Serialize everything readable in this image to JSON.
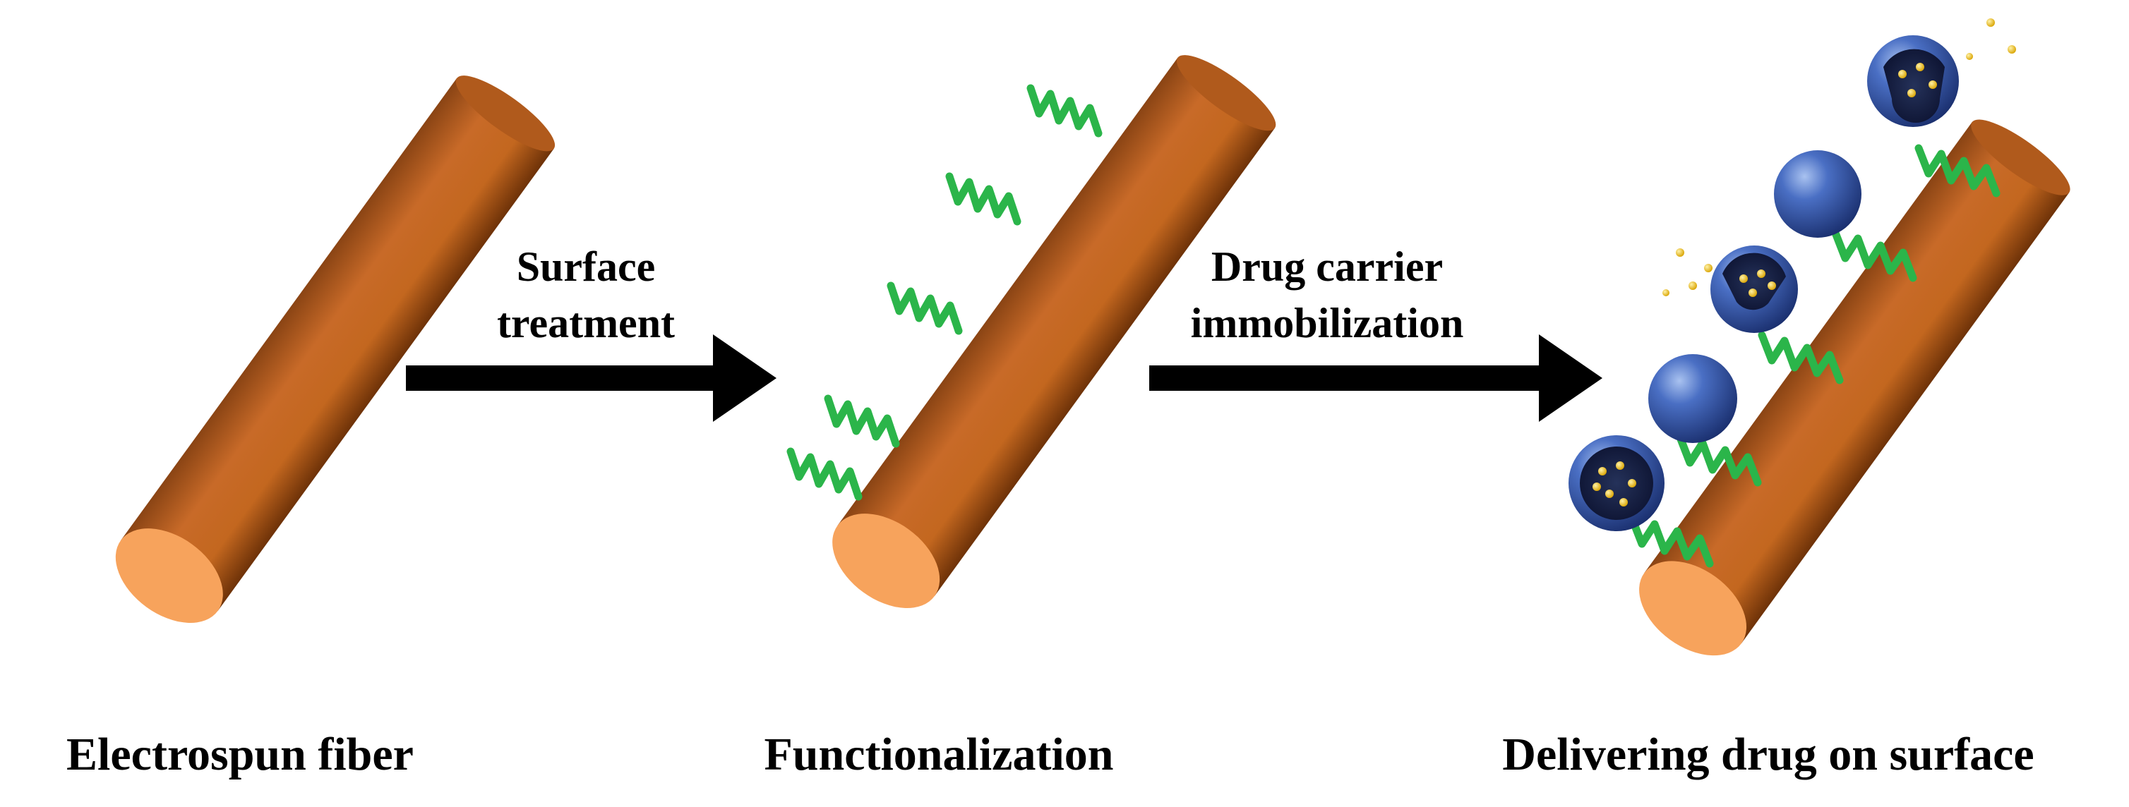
{
  "panels": [
    {
      "caption": "Electrospun fiber"
    },
    {
      "caption": "Functionalization"
    },
    {
      "caption": "Delivering drug on surface"
    }
  ],
  "steps": [
    {
      "line1": "Surface",
      "line2": "treatment"
    },
    {
      "line1": "Drug carrier",
      "line2": "immobilization"
    }
  ],
  "colors": {
    "fiber_body": "#bd6424",
    "fiber_end": "#f7a35c",
    "linker": "#2bb54a",
    "carrier": "#3f63b5",
    "drug": "#f2c21e",
    "arrow": "#000000"
  }
}
